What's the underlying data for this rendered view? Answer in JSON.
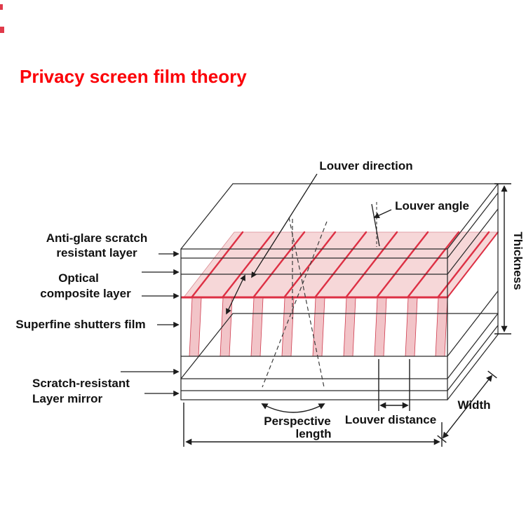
{
  "title": "Privacy screen film theory",
  "colors": {
    "title_red": "#fb0007",
    "louver_red": "#dd3044",
    "louver_fill": "#f2c4c8",
    "top_face_pink": "#f6d7d8",
    "line": "#2b2b2b"
  },
  "labels": {
    "louver_direction": "Louver direction",
    "louver_angle": "Louver angle",
    "anti_glare_line1": "Anti-glare scratch",
    "anti_glare_line2": "resistant layer",
    "optical_line1": "Optical",
    "optical_line2": "composite layer",
    "shutters_film": "Superfine shutters film",
    "scratch_line1": "Scratch-resistant",
    "scratch_line2": "Layer mirror",
    "thickness": "Thickness",
    "width": "Width",
    "perspective": "Perspective",
    "louver_distance": "Louver distance",
    "length": "length"
  }
}
